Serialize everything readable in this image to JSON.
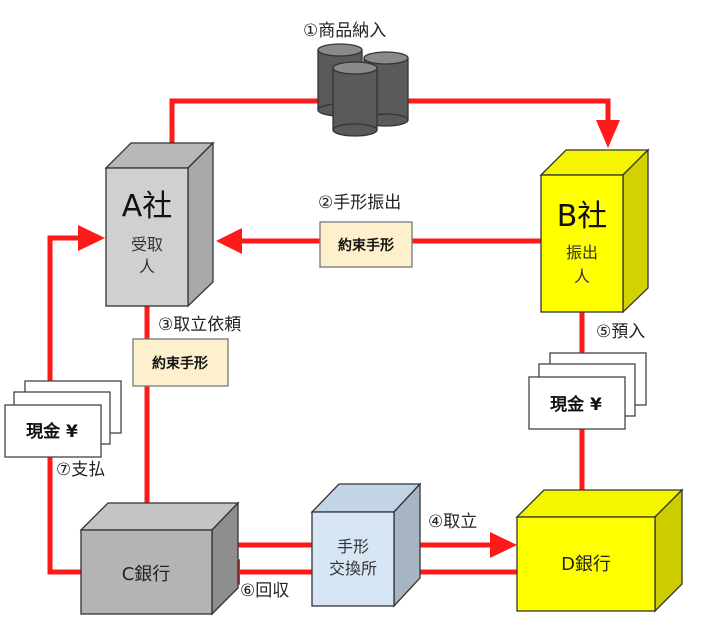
{
  "steps": {
    "s1": "①商品納入",
    "s2": "②手形振出",
    "s3": "③取立依頼",
    "s4": "④取立",
    "s5": "⑤預入",
    "s6": "⑥回収",
    "s7": "⑦支払"
  },
  "nodes": {
    "a": {
      "name": "A社",
      "role1": "受取",
      "role2": "人"
    },
    "b": {
      "name": "B社",
      "role1": "振出",
      "role2": "人"
    },
    "c": {
      "name": "C銀行"
    },
    "d": {
      "name": "D銀行"
    },
    "exchange": {
      "line1": "手形",
      "line2": "交換所"
    }
  },
  "documents": {
    "note": "約束手形",
    "cash": "現金 ¥"
  },
  "colors": {
    "arrow": "#ff1a1a",
    "company_a": "#c8c8c8",
    "company_b": "#ffff00",
    "note": "#fdf0cc",
    "exchange": "#d6e6f5"
  }
}
